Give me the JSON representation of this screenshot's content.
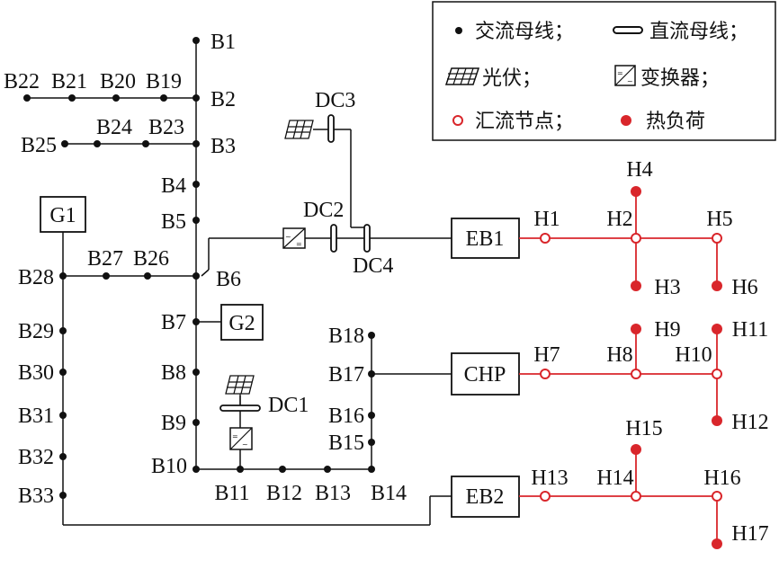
{
  "legend": {
    "ac_bus": "交流母线；",
    "dc_bus": "直流母线；",
    "pv": "光伏；",
    "converter": "变换器；",
    "junction": "汇流节点；",
    "heat_load": "热负荷"
  },
  "colors": {
    "electric": "#111111",
    "heat": "#d9262b"
  },
  "ac_buses": {
    "B1": "B1",
    "B2": "B2",
    "B3": "B3",
    "B4": "B4",
    "B5": "B5",
    "B6": "B6",
    "B7": "B7",
    "B8": "B8",
    "B9": "B9",
    "B10": "B10",
    "B11": "B11",
    "B12": "B12",
    "B13": "B13",
    "B14": "B14",
    "B15": "B15",
    "B16": "B16",
    "B17": "B17",
    "B18": "B18",
    "B19": "B19",
    "B20": "B20",
    "B21": "B21",
    "B22": "B22",
    "B23": "B23",
    "B24": "B24",
    "B25": "B25",
    "B26": "B26",
    "B27": "B27",
    "B28": "B28",
    "B29": "B29",
    "B30": "B30",
    "B31": "B31",
    "B32": "B32",
    "B33": "B33"
  },
  "dc_buses": {
    "DC1": "DC1",
    "DC2": "DC2",
    "DC3": "DC3",
    "DC4": "DC4"
  },
  "units": {
    "G1": "G1",
    "G2": "G2",
    "EB1": "EB1",
    "EB2": "EB2",
    "CHP": "CHP"
  },
  "heat_nodes": {
    "H1": "H1",
    "H2": "H2",
    "H3": "H3",
    "H4": "H4",
    "H5": "H5",
    "H6": "H6",
    "H7": "H7",
    "H8": "H8",
    "H9": "H9",
    "H10": "H10",
    "H11": "H11",
    "H12": "H12",
    "H13": "H13",
    "H14": "H14",
    "H15": "H15",
    "H16": "H16",
    "H17": "H17"
  }
}
